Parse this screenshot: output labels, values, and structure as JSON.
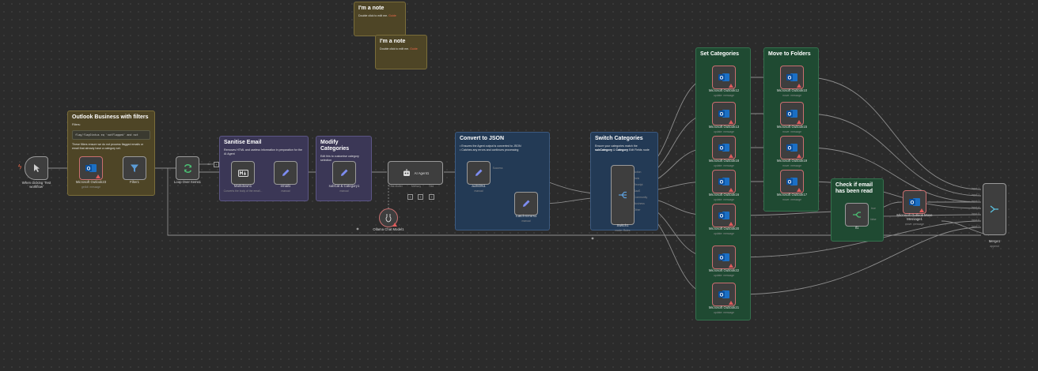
{
  "notes": {
    "note_a": {
      "title": "I'm a note",
      "body_prefix": "Double click to edit me. ",
      "link": "Guide"
    },
    "note_b": {
      "title": "I'm a note",
      "body_prefix": "Double click to edit me. ",
      "link": "Guide"
    }
  },
  "stickies": {
    "outlook": {
      "title": "Outlook Business with filters",
      "filters_label": "Filters:",
      "code": "flag/flagStatus eq 'notFlagged' and not",
      "body": "These filters ensure we do not process flagged emails or email that already have a category set."
    },
    "sanitise": {
      "title": "Sanitise Email",
      "body": "Removes HTML and useless information in preparation for the AI Agent"
    },
    "modify": {
      "title": "Modify Categories",
      "body": "Edit this to customise category selection"
    },
    "convert": {
      "title": "Convert to JSON",
      "bullet1": "Ensures the Agent output is converted to JSON",
      "bullet2": "Catches any errors and continues processing"
    },
    "switch": {
      "title": "Switch Categories",
      "body_prefix": "Ensure your categories match the ",
      "body_bold1": "subCategory",
      "body_mid": " & ",
      "body_bold2": "Category",
      "body_suffix": " Edit Fields node"
    },
    "setcat": {
      "title": "Set Categories"
    },
    "move": {
      "title": "Move to Folders"
    },
    "read": {
      "title": "Check if email has been read"
    }
  },
  "nodes": {
    "trigger": {
      "label": "When clicking 'Test workflow'"
    },
    "outlook23": {
      "label": "Microsoft Outlook23",
      "sub": "getAll: message"
    },
    "filter1": {
      "label": "Filter1"
    },
    "loop": {
      "label": "Loop Over Items1",
      "port_done": "done",
      "port_loop": "loop"
    },
    "markdown": {
      "label": "Markdown1",
      "sub": "Converts the body of the email..."
    },
    "email": {
      "label": "email1",
      "sub": "manual"
    },
    "subcat": {
      "label": "subCat & Category1",
      "sub": "manual"
    },
    "agent": {
      "label": "AI Agent1",
      "port_model": "Chat Model",
      "port_memory": "Memory",
      "port_tool": "Tool"
    },
    "ollama": {
      "label": "Ollama Chat Model1"
    },
    "json": {
      "label": "aiJSON1",
      "sub": "manual",
      "port": "Success"
    },
    "catch": {
      "label": "Catch Errors1",
      "sub": "manual"
    },
    "switch": {
      "label": "Switch1",
      "sub": "mode: Rules",
      "outputs": [
        "Action",
        "Junk",
        "Receipt",
        "SaaS",
        "Community",
        "Business",
        "Other"
      ]
    },
    "set12": {
      "label": "Microsoft Outlook12",
      "sub": "update: message"
    },
    "set13": {
      "label": "Microsoft Outlook13",
      "sub": "update: message"
    },
    "set18": {
      "label": "Microsoft Outlook18",
      "sub": "update: message"
    },
    "set16": {
      "label": "Microsoft Outlook16",
      "sub": "update: message"
    },
    "set20": {
      "label": "Microsoft Outlook20",
      "sub": "update: message"
    },
    "set22": {
      "label": "Microsoft Outlook22",
      "sub": "update: message"
    },
    "set21": {
      "label": "Microsoft Outlook21",
      "sub": "update: message"
    },
    "mv10": {
      "label": "Microsoft Outlook10",
      "sub": "move: message"
    },
    "mv15": {
      "label": "Microsoft Outlook15",
      "sub": "move: message"
    },
    "mv19": {
      "label": "Microsoft Outlook19",
      "sub": "move: message"
    },
    "mv17": {
      "label": "Microsoft Outlook17",
      "sub": "move: message"
    },
    "if1": {
      "label": "If1",
      "port_true": "true",
      "port_false": "false"
    },
    "movemsg": {
      "label": "Microsoft Outlook Move Message1",
      "sub": "move: message"
    },
    "merge": {
      "label": "Merge1",
      "sub": "append",
      "inputs": [
        "Input 1",
        "Input 2",
        "Input 3",
        "Input 4",
        "Input 5",
        "Input 6",
        "Input 7"
      ]
    }
  },
  "colors": {
    "canvas": "#2b2b2b",
    "sticky_yellow": "#4e4526",
    "sticky_purple": "#3b3756",
    "sticky_blue": "#233a55",
    "sticky_green": "#1f4a32",
    "error": "#e05b5b",
    "accent": "#f06a4a"
  },
  "icons": {
    "trigger": "cursor-icon",
    "outlook": "outlook-icon",
    "filter": "funnel-icon",
    "loop": "refresh-icon",
    "markdown": "markdown-icon",
    "edit": "pencil-icon",
    "agent": "robot-icon",
    "ollama": "llama-icon",
    "switch": "switch-icon",
    "if": "if-icon",
    "merge": "merge-icon"
  }
}
